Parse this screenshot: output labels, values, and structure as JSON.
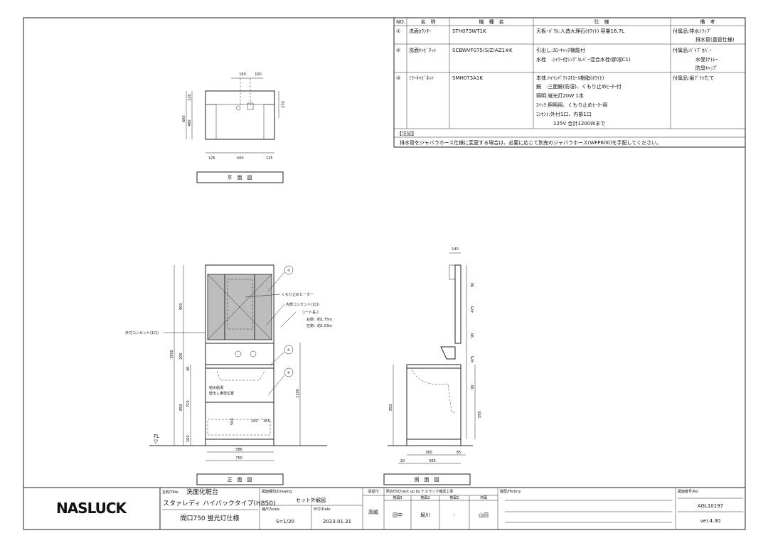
{
  "table": {
    "headers": [
      "NO.",
      "名　称",
      "機　種　名",
      "仕　様",
      "備　考"
    ],
    "rows": [
      {
        "no": "①",
        "name": "洗面ｶｳﾝﾀｰ",
        "model": "STH073WT1K",
        "spec": [
          "天板･ﾎﾞｳﾙ:人造大理石(ﾎﾜｲﾄ) 容量16.7L"
        ],
        "note": [
          "付属品:排水ﾄﾗｯﾌﾟ",
          "排水管(直管仕様)"
        ]
      },
      {
        "no": "②",
        "name": "洗面ｷｬﾋﾞﾈｯﾄ",
        "model": "SCBWVF075(S/Z)AZ1※K",
        "spec": [
          "引出し:ｽﾛｰｷｬｯﾁ機能付",
          "水栓　:ｼｬﾜｰ付ｼﾝｸﾞﾙﾚﾊﾞｰ混合水栓(節湯C1)"
        ],
        "note": [
          "付属品:ﾊﾟｲﾌﾟｶﾊﾞｰ",
          "水受けﾄﾚｰ",
          "防臭ｷｬｯﾌﾟ"
        ]
      },
      {
        "no": "③",
        "name": "ﾐﾗｰｷｬﾋﾞﾈｯﾄ",
        "model": "SMH073A1K",
        "spec": [
          "本体:ﾊｲｲﾝﾊﾟｸﾄｽﾁﾛｰﾙ樹脂(ﾎﾜｲﾄ)",
          "鏡　:三面鏡(防湿)、くもり止めﾋｰﾀｰ付",
          "照明:蛍光灯20W 1本",
          "ｽｲｯﾁ:照明用、くもり止めﾋｰﾀｰ用",
          "ｺﾝｾﾝﾄ:外付1口、内部1口",
          "125V 合計1200Wまで"
        ],
        "note": [
          "付属品:歯ﾌﾞﾗｼたて"
        ]
      }
    ],
    "remarks_label": "【注記】",
    "remarks": "排水管をジャバラホース仕様に変更する場合は、必要に応じて別売のジャバラホース(WFP600)を手配してください。"
  },
  "plan": {
    "label": "平　面　図",
    "dims": [
      "160",
      "100",
      "120",
      "480",
      "600",
      "270",
      "125",
      "500",
      "125"
    ]
  },
  "front": {
    "label": "正　面　図",
    "dims": [
      "900",
      "1950",
      "200",
      "40",
      "850",
      "710",
      "100",
      "1100",
      "500",
      "100",
      "165",
      "586",
      "750"
    ],
    "callouts": [
      "③",
      "①",
      "②"
    ],
    "notes": [
      "くもり止めヒーター",
      "内部コンセント(1口)",
      "コード長さ",
      "右側：約1.75m",
      "左側：約1.03m",
      "外付コンセント(1口)",
      "給水給湯",
      "壁出し推奨位置"
    ],
    "fl": "FL"
  },
  "side": {
    "label": "側　面　図",
    "dims": [
      "140",
      "90",
      "475",
      "90",
      "475",
      "90",
      "595",
      "850",
      "360",
      "85",
      "20",
      "565"
    ]
  },
  "titleblock": {
    "logo": "NASLUCK",
    "title_label": "名称/Title",
    "title": "洗面化粧台",
    "subtitle": "スタァレディ ハイバックタイプ(H850)",
    "spec": "間口750 蛍光灯仕様",
    "drawing_label": "図面種別/Drawing",
    "drawing": "セット外観図",
    "scale_label": "縮尺/Scale",
    "scale": "S=1/20",
    "date_label": "日付/Date",
    "date": "2023.01.31",
    "approve_label": "承認印",
    "approver": "高嶋",
    "check_label": "照合印/Check up by ナスラック確認上票",
    "check_cols": [
      "検図3",
      "検図2",
      "検図1",
      "作図"
    ],
    "checkers": [
      "田中",
      "堀川",
      "-",
      "山田"
    ],
    "history_label": "履歴/History",
    "number_label": "図面番号/No.",
    "number": "AGL10197",
    "version": "ver.4.30"
  }
}
